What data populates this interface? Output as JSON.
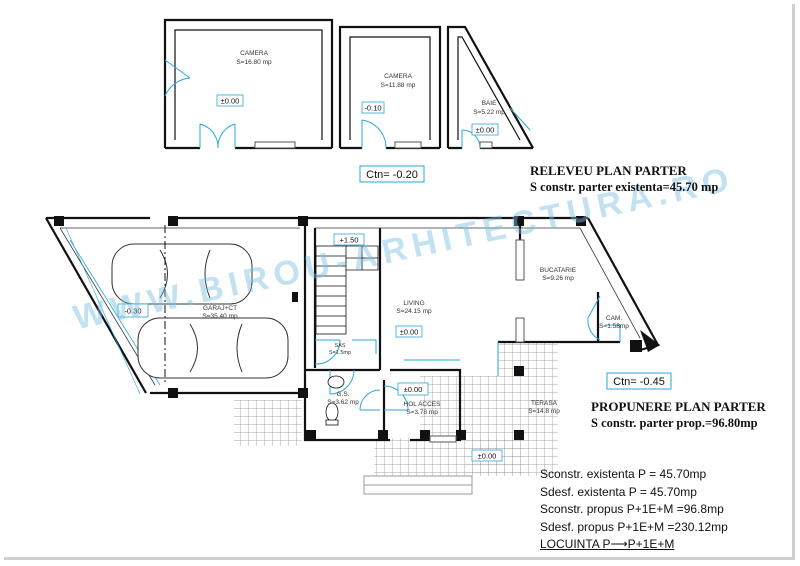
{
  "existing_plan": {
    "title": "RELEVEU PLAN PARTER",
    "area_text": "S constr. parter existenta=45.70 mp",
    "ctn": "Ctn= -0.20",
    "rooms": [
      {
        "name": "CAMERA",
        "area": "S=16.80 mp",
        "level": "±0.00"
      },
      {
        "name": "CAMERA",
        "area": "S=11.88 mp",
        "level": "-0.10"
      },
      {
        "name": "BAIE",
        "area": "S=5.22 mp",
        "level": "±0.00"
      }
    ]
  },
  "proposed_plan": {
    "title": "PROPUNERE PLAN PARTER",
    "area_text": "S constr. parter prop.=96.80mp",
    "ctn": "Ctn= -0.45",
    "rooms": [
      {
        "name": "GARAJ+CT",
        "area": "S=35.40 mp",
        "level": "-0.30"
      },
      {
        "name": "LIVING",
        "area": "S=24.15 mp",
        "level": "±0.00"
      },
      {
        "name": "BUCATARIE",
        "area": "S=9.26 mp"
      },
      {
        "name": "CAM.",
        "area": "S=1.58mp"
      },
      {
        "name": "SAS",
        "area": "S=1.5mp"
      },
      {
        "name": "G.S.",
        "area": "S=3.62 mp"
      },
      {
        "name": "HOL ACCES",
        "area": "S=3.78 mp",
        "level": "±0.00"
      },
      {
        "name": "TERASA",
        "area": "S=14.8 mp",
        "level": "±0.00"
      }
    ],
    "stair_level": "+1.50"
  },
  "summary": {
    "lines": [
      "Sconstr. existenta P = 45.70mp",
      "Sdesf. existenta P = 45.70mp",
      "Sconstr. propus P+1E+M =96.8mp",
      "Sdesf. propus P+1E+M =230.12mp"
    ],
    "locuinta": "LOCUINTA P⟶P+1E+M"
  },
  "watermark": "WWW.BIROU-ARHITECTURA.RO",
  "colors": {
    "wall": "#111111",
    "door": "#2aa9d6",
    "hatch": "#9a9a9a",
    "window": "#2aa9d6"
  }
}
